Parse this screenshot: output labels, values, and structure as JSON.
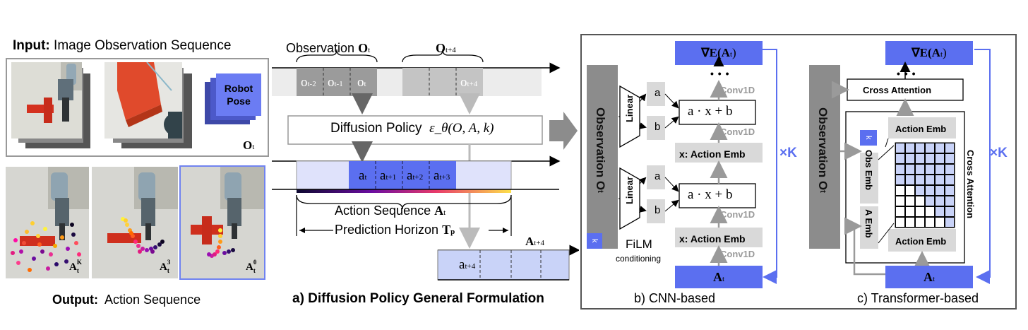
{
  "left": {
    "input_label": "Input:",
    "input_desc": "Image Observation Sequence",
    "robot_pose": "Robot Pose",
    "obs_symbol": "O",
    "obs_sub": "t",
    "output_label": "Output:",
    "output_desc": "Action Sequence",
    "action_labels": [
      {
        "main": "A",
        "sub": "t",
        "sup": "K"
      },
      {
        "main": "A",
        "sub": "t",
        "sup": "3"
      },
      {
        "main": "A",
        "sub": "t",
        "sup": "0"
      }
    ]
  },
  "center": {
    "observation_label": "Observation",
    "observation_symbol": "O",
    "observation_sub": "t",
    "obs_t4_symbol": "O",
    "obs_t4_sub": "t+4",
    "obs_cells": [
      "o",
      "o",
      "o"
    ],
    "obs_cell_subs": [
      "t-2",
      "t-1",
      "t"
    ],
    "obs_t4_cell": "o",
    "obs_t4_cell_sub": "t+4",
    "diffusion_policy": "Diffusion Policy",
    "diffusion_formula": "ε_θ(O, A, k)",
    "action_cells": [
      "a",
      "a",
      "a",
      "a"
    ],
    "action_cell_subs": [
      "t",
      "t+1",
      "t+2",
      "t+3"
    ],
    "action_sequence": "Action Sequence",
    "action_symbol": "A",
    "action_sub": "t",
    "prediction_horizon": "Prediction Horizon",
    "horizon_symbol": "T",
    "horizon_sub": "p",
    "next_action_symbol": "A",
    "next_action_sub": "t+4",
    "next_cell": "a",
    "next_cell_sub": "t+4",
    "caption": "a) Diffusion Policy General Formulation"
  },
  "cnn": {
    "grad_label": "∇E(A",
    "grad_sub": "t",
    "grad_close": ")",
    "dots": "• • •",
    "observation_bar": "Observation O",
    "observation_bar_sub": "t",
    "conv": "Conv1D",
    "linear": "Linear",
    "a_label": "a",
    "b_label": "b",
    "film_formula": "a · x + b",
    "action_emb": "x: Action Emb",
    "k_label": "k",
    "film": "FiLM",
    "film_sub": "conditioning",
    "bottom_symbol": "A",
    "bottom_sub": "t",
    "times_k": "×K",
    "caption": "b) CNN-based"
  },
  "transformer": {
    "grad_label": "∇E(A",
    "grad_sub": "t",
    "grad_close": ")",
    "dots": "• • •",
    "cross_attention": "Cross Attention",
    "observation_bar": "Observation O",
    "observation_bar_sub": "t",
    "action_emb": "Action Emb",
    "k_label": "k",
    "obs_emb": "Obs Emb",
    "a_emb": "A Emb",
    "cross_attention_vertical": "Cross Attention",
    "bottom_symbol": "A",
    "bottom_sub": "t",
    "times_k": "×K",
    "caption": "c) Transformer-based"
  },
  "colors": {
    "accent_blue": "#5b6ff0",
    "light_blue": "#c9d3f8",
    "gray_dark": "#8c8c8c",
    "gray_mid": "#bfbfbf",
    "gray_light": "#d9d9d9",
    "arrow_gray": "#9a9a9a"
  }
}
